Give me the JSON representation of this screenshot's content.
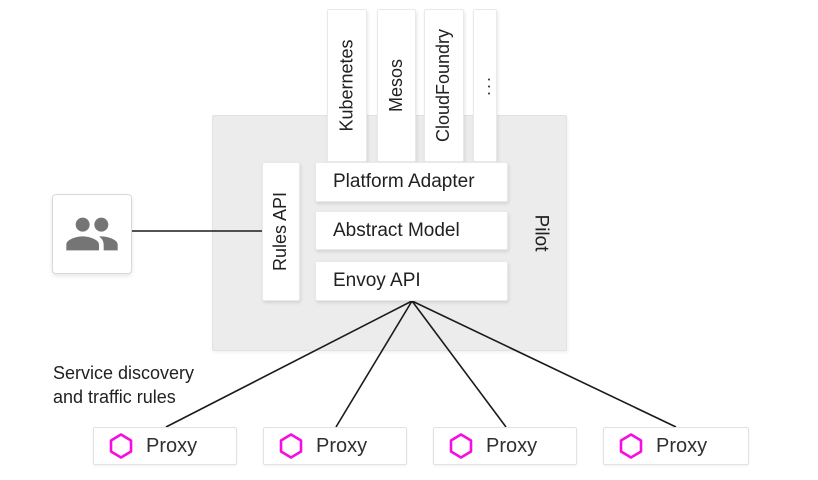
{
  "diagram": {
    "panel": {
      "label": "Pilot"
    },
    "platforms": [
      {
        "label": "Kubernetes"
      },
      {
        "label": "Mesos"
      },
      {
        "label": "CloudFoundry"
      },
      {
        "label": "..."
      }
    ],
    "rules_api": {
      "label": "Rules API"
    },
    "layers": [
      {
        "label": "Platform Adapter"
      },
      {
        "label": "Abstract Model"
      },
      {
        "label": "Envoy API"
      }
    ],
    "caption": {
      "line1": "Service discovery",
      "line2": "and traffic rules"
    },
    "proxies": [
      {
        "label": "Proxy"
      },
      {
        "label": "Proxy"
      },
      {
        "label": "Proxy"
      },
      {
        "label": "Proxy"
      }
    ],
    "icons": {
      "users": "people-icon",
      "proxy": "hexagon-outline-icon",
      "platform_more": "ellipsis-icon"
    },
    "colors": {
      "hexagon": "#f50de1",
      "users_icon": "#757575",
      "connector": "#1b1b1b",
      "panel_bg": "#ececec"
    }
  }
}
